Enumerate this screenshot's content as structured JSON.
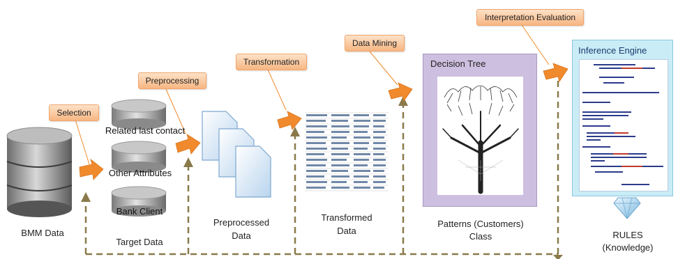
{
  "steps": {
    "selection": "Selection",
    "preprocessing": "Preprocessing",
    "transformation": "Transformation",
    "data_mining": "Data Mining",
    "interpretation": "Interpretation Evaluation"
  },
  "nodes": {
    "bmm_data": "BMM Data",
    "target_data": "Target Data",
    "related_last_contact": "Related last contact",
    "other_attributes": "Other Attributes",
    "bank_client": "Bank Client",
    "preprocessed_line1": "Preprocessed",
    "preprocessed_line2": "Data",
    "transformed_line1": "Transformed",
    "transformed_line2": "Data",
    "decision_tree": "Decision Tree",
    "patterns_line1": "Patterns (Customers)",
    "patterns_line2": "Class",
    "inference_engine": "Inference Engine",
    "rules_line1": "RULES",
    "rules_line2": "(Knowledge)"
  },
  "colors": {
    "step_fill": "#f7b682",
    "arrow": "#f08a2c",
    "dashed_line": "#8a7a4a",
    "decision_tree_bg": "#cdbfdf",
    "inference_bg": "#c9ecf6"
  }
}
